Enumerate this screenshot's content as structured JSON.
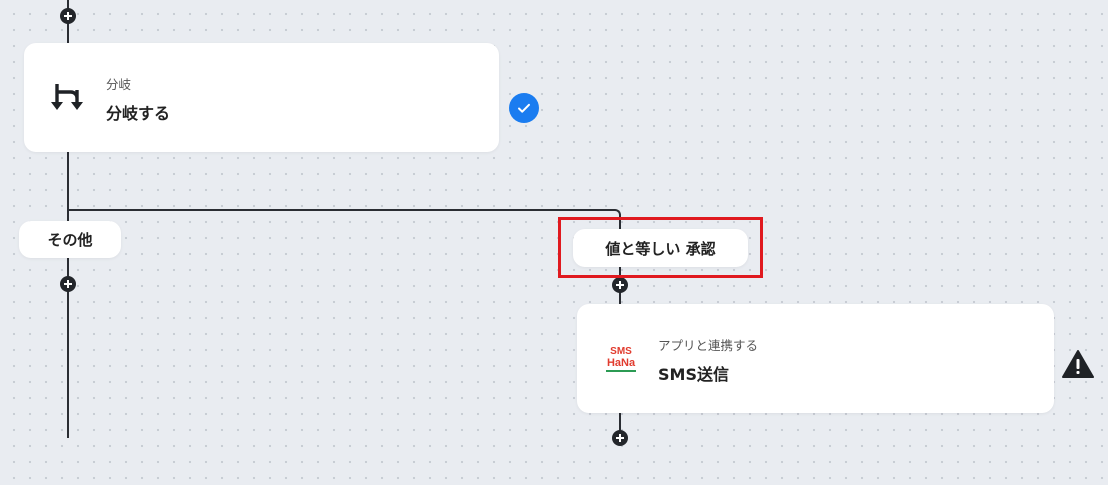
{
  "colors": {
    "accent_blue": "#1a7cf0",
    "highlight_red": "#e0191f",
    "connector": "#2a2d33",
    "logo_red": "#e13b2e",
    "logo_green": "#2c9b54"
  },
  "branch_node": {
    "category": "分岐",
    "title": "分岐する",
    "icon": "branch-icon",
    "status_icon": "check-circle-icon"
  },
  "branches": {
    "other_label": "その他",
    "condition_label": "値と等しい 承認"
  },
  "sms_node": {
    "category": "アプリと連携する",
    "title": "SMS送信",
    "logo_text_top": "SMS",
    "logo_text_bottom": "HaNa",
    "status_icon": "warning-icon"
  }
}
